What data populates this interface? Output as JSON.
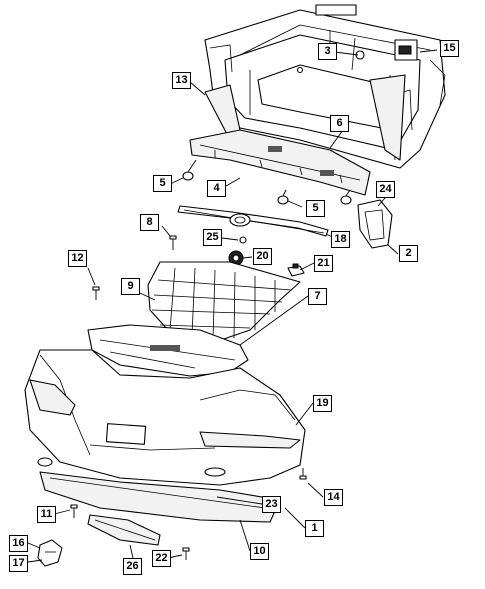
{
  "callouts": [
    {
      "label": "1"
    },
    {
      "label": "2"
    },
    {
      "label": "3"
    },
    {
      "label": "4"
    },
    {
      "label": "5"
    },
    {
      "label": "5"
    },
    {
      "label": "6"
    },
    {
      "label": "7"
    },
    {
      "label": "8"
    },
    {
      "label": "9"
    },
    {
      "label": "10"
    },
    {
      "label": "11"
    },
    {
      "label": "12"
    },
    {
      "label": "13"
    },
    {
      "label": "14"
    },
    {
      "label": "15"
    },
    {
      "label": "16"
    },
    {
      "label": "17"
    },
    {
      "label": "18"
    },
    {
      "label": "19"
    },
    {
      "label": "20"
    },
    {
      "label": "21"
    },
    {
      "label": "22"
    },
    {
      "label": "23"
    },
    {
      "label": "24"
    },
    {
      "label": "25"
    },
    {
      "label": "26"
    }
  ]
}
